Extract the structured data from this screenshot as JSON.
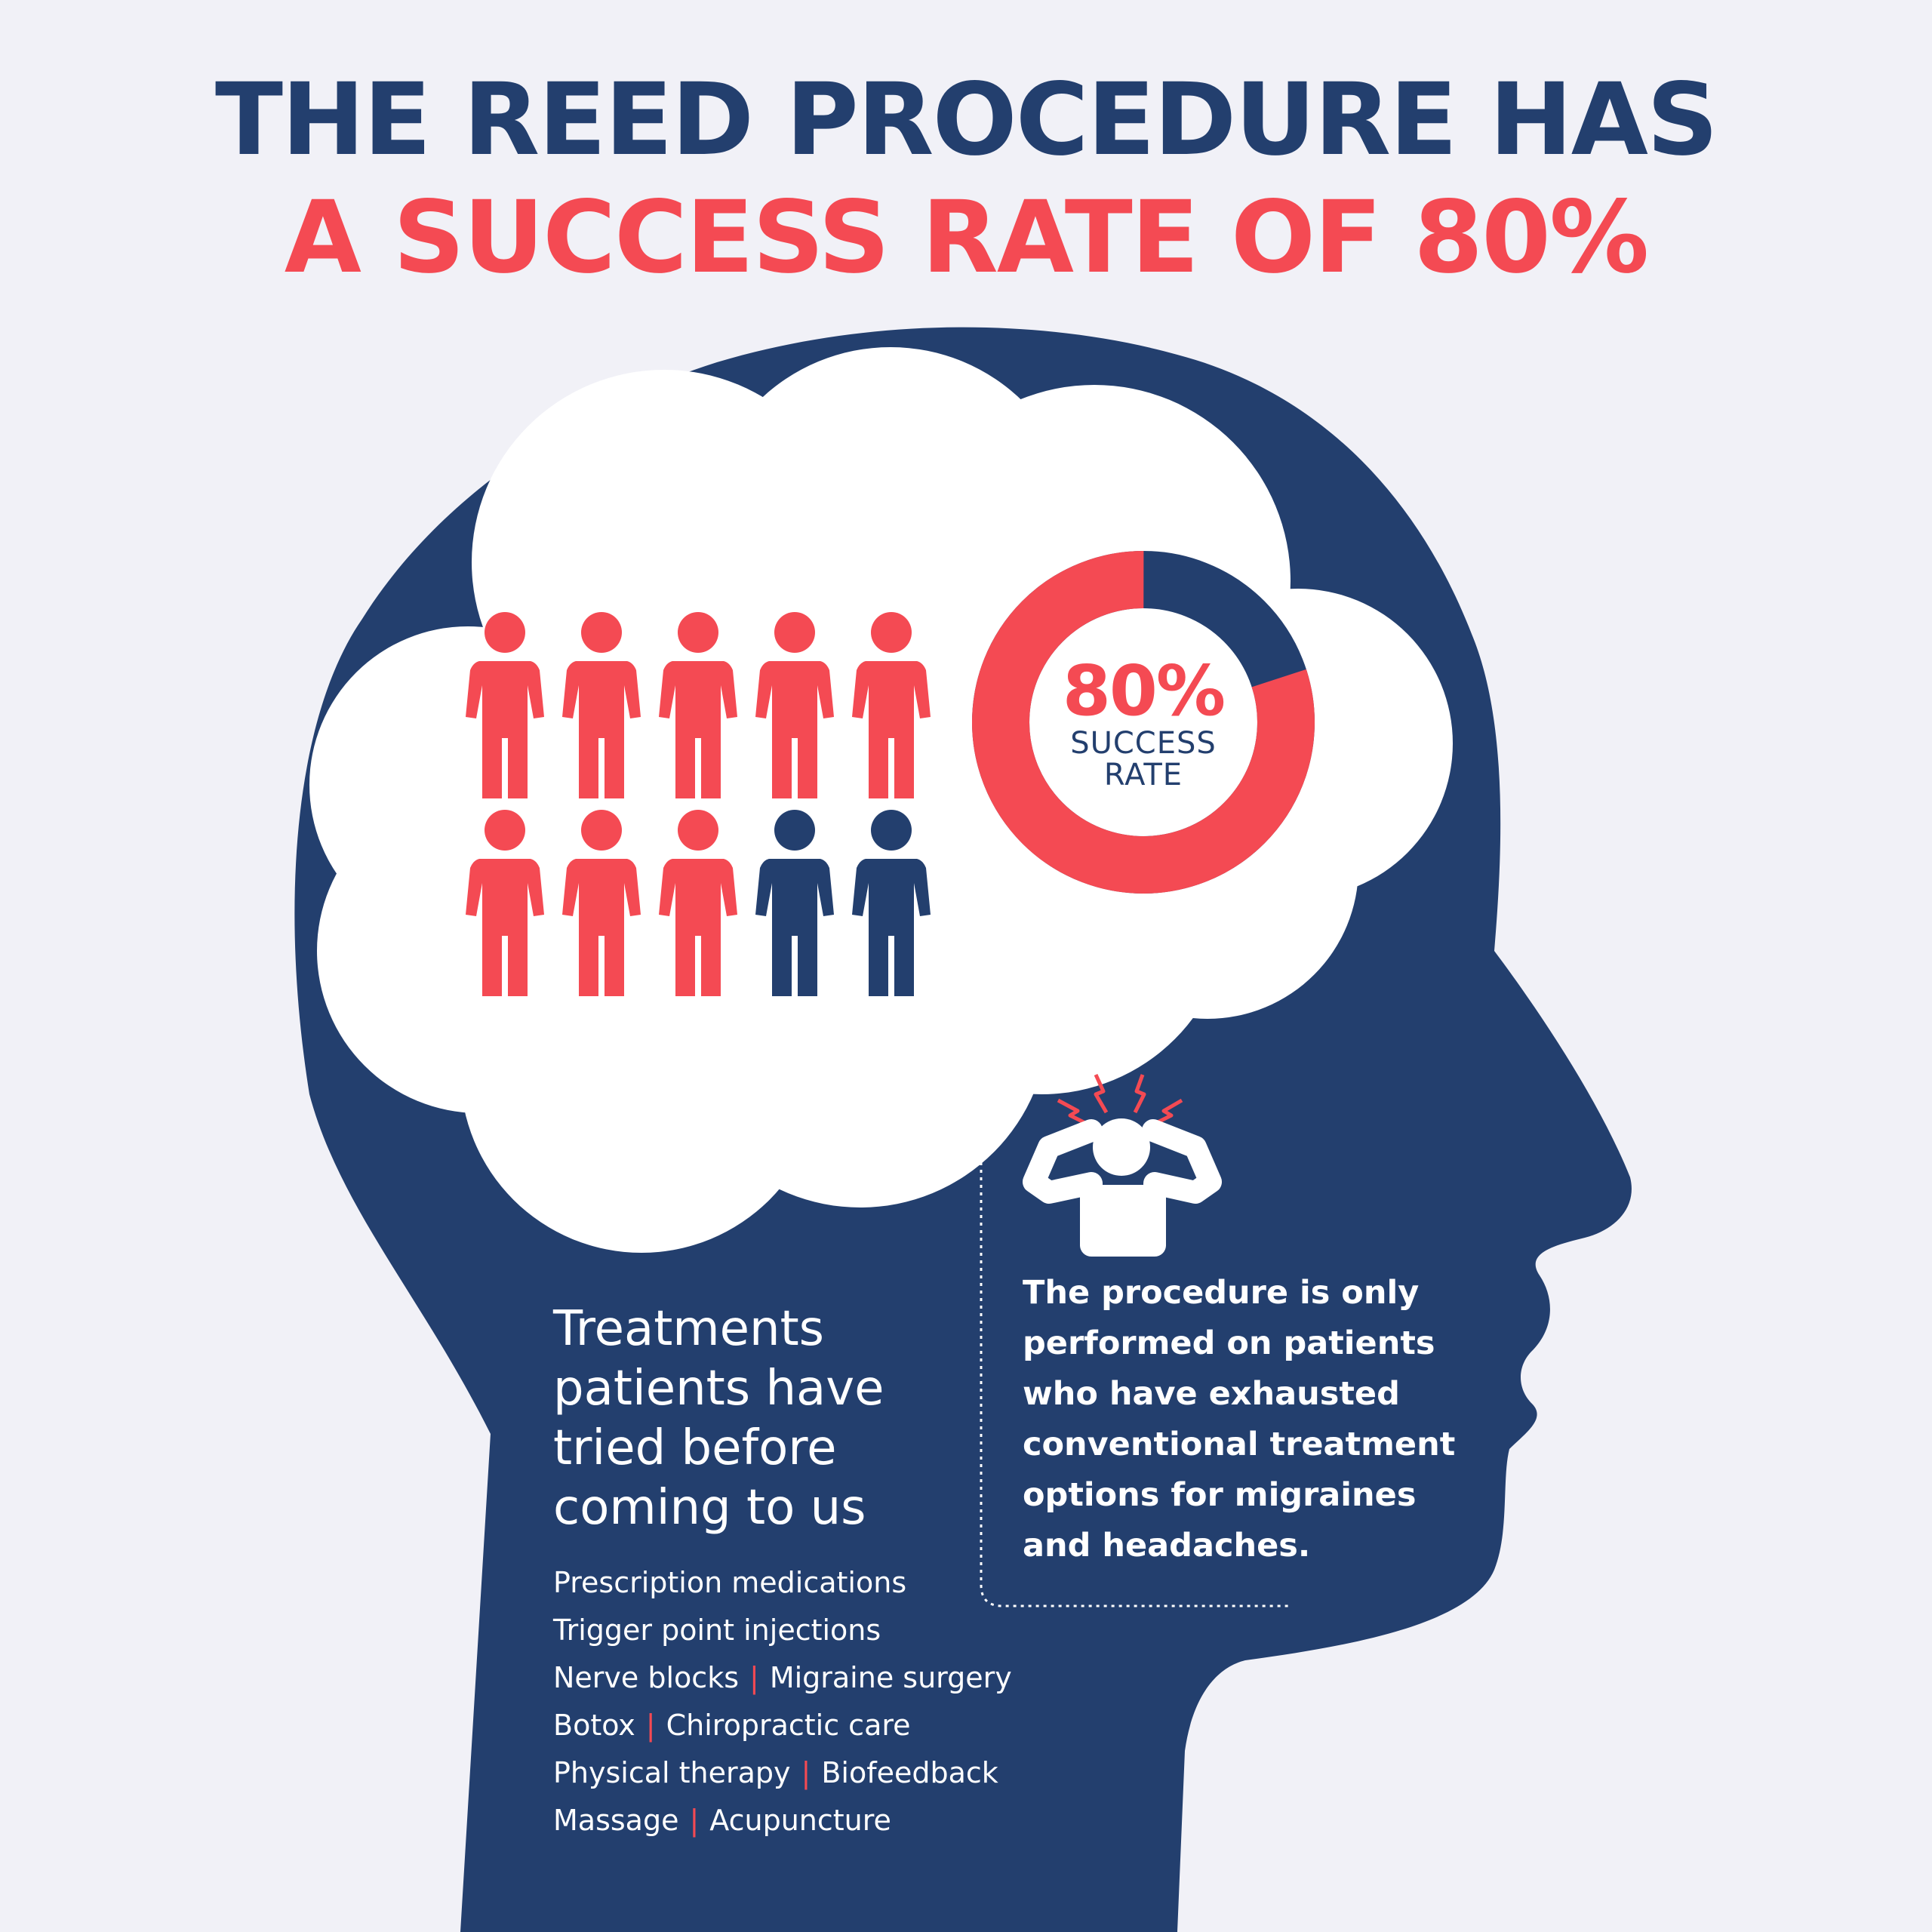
{
  "title": {
    "line1": "THE REED PROCEDURE HAS",
    "line2": "A SUCCESS RATE OF 80%"
  },
  "donut": {
    "value": "80%",
    "label_line1": "SUCCESS",
    "label_line2": "RATE",
    "fraction": 0.8
  },
  "people_grid": {
    "total": 10,
    "success_count": 8
  },
  "treatments": {
    "heading_lines": [
      "Treatments",
      "patients have",
      "tried before",
      "coming to us"
    ],
    "rows": [
      [
        "Prescription medications"
      ],
      [
        "Trigger point injections"
      ],
      [
        "Nerve blocks",
        "Migraine surgery"
      ],
      [
        "Botox",
        "Chiropractic care"
      ],
      [
        "Physical therapy",
        "Biofeedback"
      ],
      [
        "Massage",
        "Acupuncture"
      ]
    ]
  },
  "info": {
    "lines": [
      "The procedure is only",
      "performed on patients",
      "who have exhausted",
      "conventional treatment",
      "options for migraines",
      "and headaches."
    ]
  },
  "colors": {
    "navy": "#233f6e",
    "red": "#f44a53",
    "background": "#f1f1f7",
    "white": "#ffffff"
  },
  "icons": [
    "person-icon",
    "headache-person-icon",
    "lightning-icon"
  ]
}
